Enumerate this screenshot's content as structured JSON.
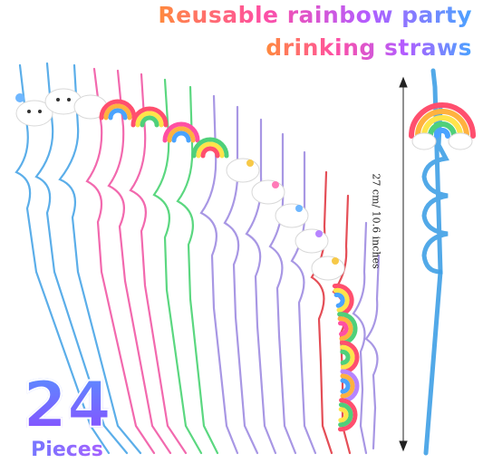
{
  "title": {
    "line1": "Reusable rainbow party",
    "line2": "drinking straws"
  },
  "product": {
    "count": "24",
    "count_label": "Pieces",
    "length_label": "27 cm/ 10.6 inches"
  },
  "colors": {
    "straw_blue": "#3fa0e6",
    "straw_pink": "#f04fa0",
    "straw_green": "#3fd16a",
    "straw_purple": "#9a86e0",
    "straw_red": "#e0303a",
    "title_gradient": [
      "#ff8a3d",
      "#ff4fa3",
      "#b45cff",
      "#4aa3ff"
    ]
  },
  "icons": [
    "rainbow-cloud-charm-icon",
    "cloud-face-charm-icon",
    "straw-icon"
  ]
}
